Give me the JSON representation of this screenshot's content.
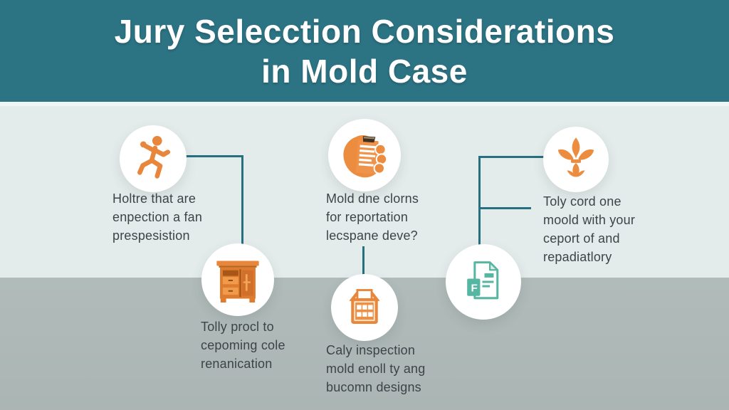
{
  "header": {
    "title_line1": "Jury Selecction Considerations",
    "title_line2": "in Mold Case"
  },
  "items": [
    {
      "icon": "running-person-icon",
      "caption": "Holtre that are\nenpection a fan\nprespesistion"
    },
    {
      "icon": "clipboard-in-hand-icon",
      "caption": "Mold dne clorns\nfor reportation\nlecspane deve?"
    },
    {
      "icon": "fleur-de-lis-icon",
      "caption": "Toly cord one\nmoold with your\nceport of and\nrepadiatlory"
    },
    {
      "icon": "cabinet-icon",
      "caption": "Tolly procl to\ncepoming cole\nrenanication"
    },
    {
      "icon": "calendar-grid-icon",
      "caption": "Caly inspection\nmold enoll ty ang\nbucomn designs"
    },
    {
      "icon": "documents-icon",
      "caption": ""
    }
  ],
  "doc_letter": "F",
  "colors": {
    "header_teal": "#2c7383",
    "background_top": "#e4eceb",
    "background_bottom": "#aeb9b7",
    "connector_teal": "#26707f",
    "icon_orange": "#e8863c",
    "icon_teal": "#57b6a1",
    "caption_text": "#3d4347",
    "title_text": "#ffffff"
  }
}
